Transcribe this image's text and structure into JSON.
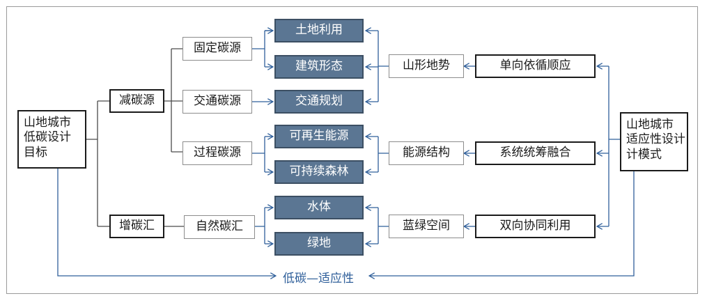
{
  "left_goal": "山地城市\n低碳设计\n目标",
  "right_goal": "山地城市\n适应性设计\n计模式",
  "level1": {
    "reduce": "减碳源",
    "increase": "增碳汇"
  },
  "level2": {
    "fixed": "固定碳源",
    "traffic": "交通碳源",
    "process": "过程碳源",
    "natural": "自然碳汇"
  },
  "measures": {
    "land_use": "土地利用",
    "building_form": "建筑形态",
    "traffic_planning": "交通规划",
    "renewable": "可再生能源",
    "forest": "可持续森林",
    "water": "水体",
    "green": "绿地"
  },
  "factors": {
    "terrain": "山形地势",
    "energy": "能源结构",
    "blue_green": "蓝绿空间"
  },
  "principles": {
    "follow": "单向依循顺应",
    "integrate": "系统统筹融合",
    "mutual": "双向协同利用"
  },
  "bottom_label": "低碳—适应性",
  "colors": {
    "blue_box": "#5b7693",
    "arrow": "#2f5f9a",
    "line": "#4a4a4a"
  }
}
